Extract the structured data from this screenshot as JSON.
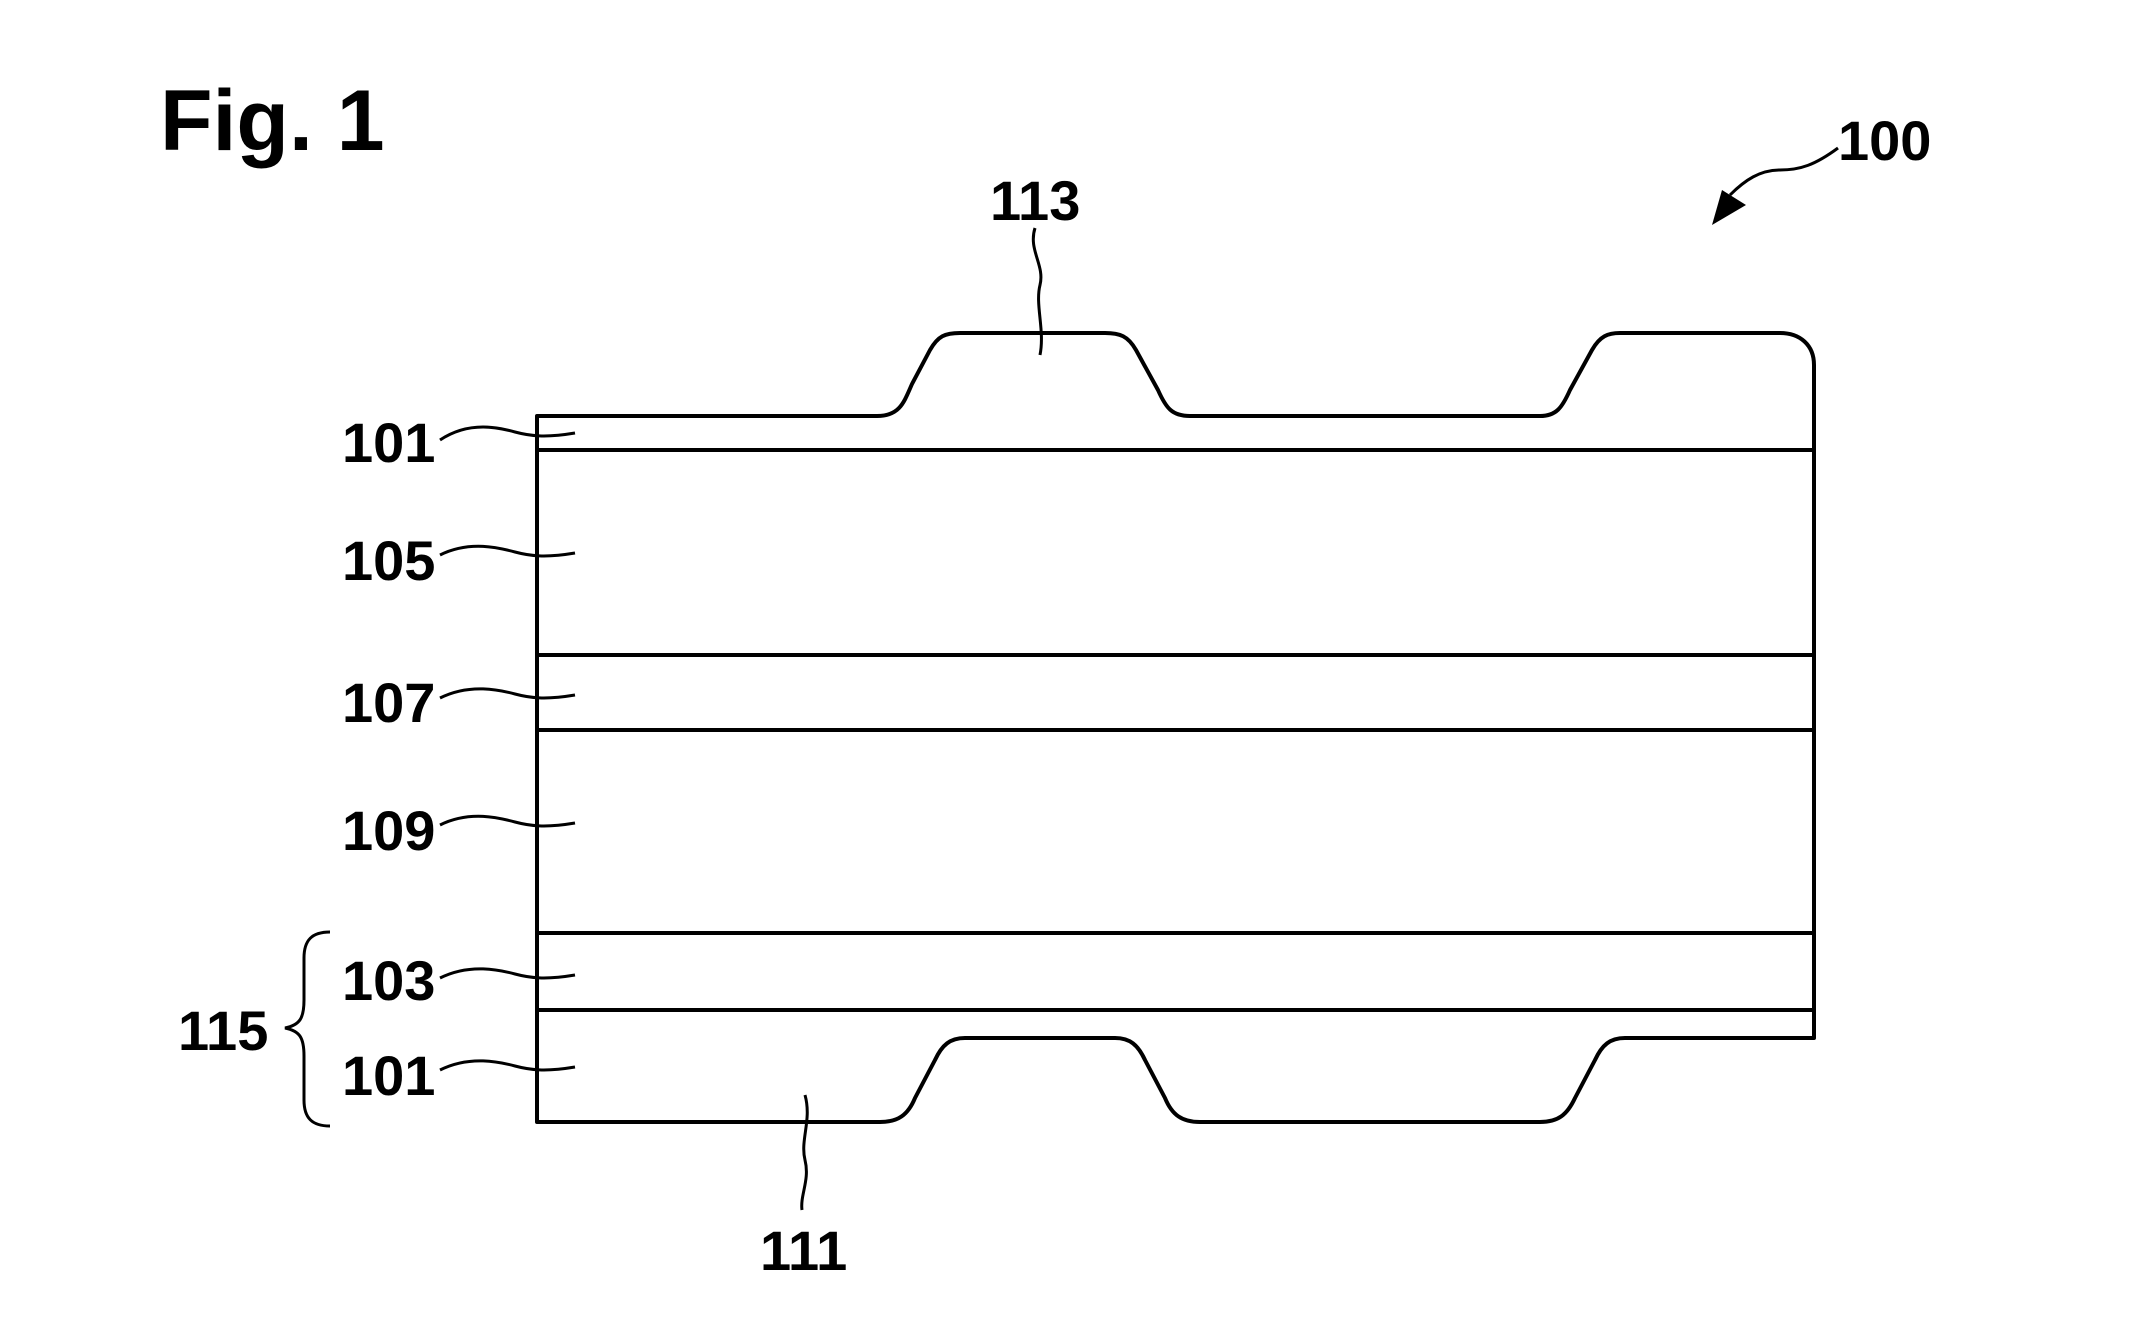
{
  "figure": {
    "title": "Fig. 1",
    "device_ref": "100",
    "labels": {
      "bump_top": "113",
      "layer_top_101": "101",
      "layer_105": "105",
      "layer_107": "107",
      "layer_109": "109",
      "layer_103": "103",
      "layer_bottom_101": "101",
      "group_115": "115",
      "groove_bottom": "111"
    }
  }
}
